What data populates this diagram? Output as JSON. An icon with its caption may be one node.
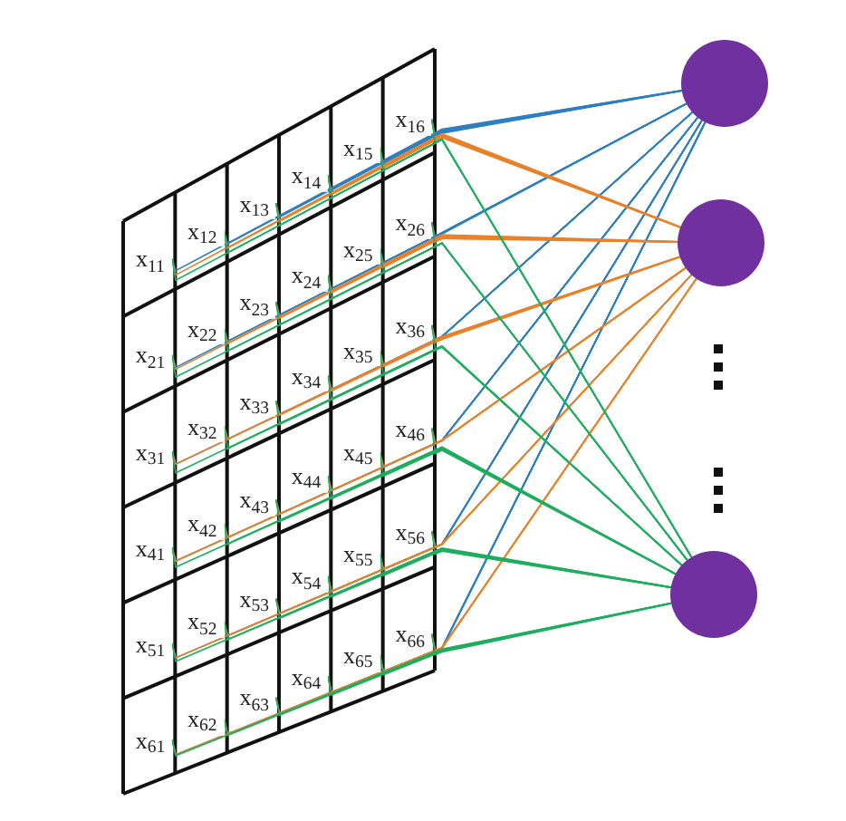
{
  "diagram": {
    "nodes": [
      {
        "text": [
          "x$_{11}$"
        ]
      },
      {
        "text": [
          "x$_{12}$"
        ]
      },
      {
        "text": [
          "x$_{13}$"
        ]
      },
      {
        "text": [
          "x$_{14}$"
        ]
      },
      {
        "text": [
          "x$_{15}$"
        ]
      },
      {
        "text": [
          "x$_{16}$"
        ]
      },
      {
        "text": [
          "x$_{21}$"
        ]
      },
      {
        "text": [
          "x$_{22}$"
        ]
      },
      {
        "text": [
          "x$_{23}$"
        ]
      },
      {
        "text": [
          "x$_{24}$"
        ]
      },
      {
        "text": [
          "x$_{25}$"
        ]
      },
      {
        "text": [
          "x$_{26}$"
        ]
      },
      {
        "text": [
          "x$_{31}$"
        ]
      },
      {
        "text": [
          "x$_{32}$"
        ]
      },
      {
        "text": [
          "x$_{33}$"
        ]
      },
      {
        "text": [
          "x$_{34}$"
        ]
      },
      {
        "text": [
          "x$_{35}$"
        ]
      },
      {
        "text": [
          "x$_{36}$"
        ]
      },
      {
        "text": [
          "x$_{41}$"
        ]
      },
      {
        "text": [
          "x$_{42}$"
        ]
      },
      {
        "text": [
          "x$_{43}$"
        ]
      },
      {
        "text": [
          "x$_{44}$"
        ]
      },
      {
        "text": [
          "x$_{45}$"
        ]
      },
      {
        "text": [
          "x$_{46}$"
        ]
      },
      {
        "text": [
          "x$_{51}$"
        ]
      },
      {
        "text": [
          "x$_{52}$"
        ]
      },
      {
        "text": [
          "x$_{53}$"
        ]
      },
      {
        "text": [
          "x$_{54}$"
        ]
      },
      {
        "text": [
          "x$_{55}$"
        ]
      },
      {
        "text": [
          "x$_{56}$"
        ]
      },
      {
        "text": [
          "x$_{61}$"
        ]
      },
      {
        "text": [
          "x$_{62}$"
        ]
      },
      {
        "text": [
          "x$_{63}$"
        ]
      },
      {
        "text": [
          "x$_{64}$"
        ]
      },
      {
        "text": [
          "x$_{65}$"
        ]
      },
      {
        "text": [
          "x$_{66}$"
        ]
      },
      {
        "text": [],
        "shape": "circle"
      },
      {
        "text": [],
        "shape": "circle"
      },
      {
        "text": [],
        "shape": "circle"
      }
    ],
    "edges": [
      {
        "from": 0,
        "to": 36,
        "arrow": "none",
        "color": "#2e7fc0"
      },
      {
        "from": 1,
        "to": 36,
        "arrow": "none",
        "color": "#2e7fc0"
      },
      {
        "from": 2,
        "to": 36,
        "arrow": "none",
        "color": "#2e7fc0"
      },
      {
        "from": 3,
        "to": 36,
        "arrow": "none",
        "color": "#2e7fc0"
      },
      {
        "from": 4,
        "to": 36,
        "arrow": "none",
        "color": "#2e7fc0"
      },
      {
        "from": 5,
        "to": 36,
        "arrow": "none",
        "color": "#2e7fc0"
      },
      {
        "from": 6,
        "to": 36,
        "arrow": "none",
        "color": "#2e7fc0"
      },
      {
        "from": 7,
        "to": 36,
        "arrow": "none",
        "color": "#2e7fc0"
      },
      {
        "from": 8,
        "to": 36,
        "arrow": "none",
        "color": "#2e7fc0"
      },
      {
        "from": 9,
        "to": 36,
        "arrow": "none",
        "color": "#2e7fc0"
      },
      {
        "from": 10,
        "to": 36,
        "arrow": "none",
        "color": "#2e7fc0"
      },
      {
        "from": 11,
        "to": 36,
        "arrow": "none",
        "color": "#2e7fc0"
      },
      {
        "from": 12,
        "to": 36,
        "arrow": "none",
        "color": "#2e7fc0"
      },
      {
        "from": 13,
        "to": 36,
        "arrow": "none",
        "color": "#2e7fc0"
      },
      {
        "from": 14,
        "to": 36,
        "arrow": "none",
        "color": "#2e7fc0"
      },
      {
        "from": 15,
        "to": 36,
        "arrow": "none",
        "color": "#2e7fc0"
      },
      {
        "from": 16,
        "to": 36,
        "arrow": "none",
        "color": "#2e7fc0"
      },
      {
        "from": 17,
        "to": 36,
        "arrow": "none",
        "color": "#2e7fc0"
      },
      {
        "from": 18,
        "to": 36,
        "arrow": "none",
        "color": "#2e7fc0"
      },
      {
        "from": 19,
        "to": 36,
        "arrow": "none",
        "color": "#2e7fc0"
      },
      {
        "from": 20,
        "to": 36,
        "arrow": "none",
        "color": "#2e7fc0"
      },
      {
        "from": 21,
        "to": 36,
        "arrow": "none",
        "color": "#2e7fc0"
      },
      {
        "from": 22,
        "to": 36,
        "arrow": "none",
        "color": "#2e7fc0"
      },
      {
        "from": 23,
        "to": 36,
        "arrow": "none",
        "color": "#2e7fc0"
      },
      {
        "from": 24,
        "to": 36,
        "arrow": "none",
        "color": "#2e7fc0"
      },
      {
        "from": 25,
        "to": 36,
        "arrow": "none",
        "color": "#2e7fc0"
      },
      {
        "from": 26,
        "to": 36,
        "arrow": "none",
        "color": "#2e7fc0"
      },
      {
        "from": 27,
        "to": 36,
        "arrow": "none",
        "color": "#2e7fc0"
      },
      {
        "from": 28,
        "to": 36,
        "arrow": "none",
        "color": "#2e7fc0"
      },
      {
        "from": 29,
        "to": 36,
        "arrow": "none",
        "color": "#2e7fc0"
      },
      {
        "from": 30,
        "to": 36,
        "arrow": "none",
        "color": "#2e7fc0"
      },
      {
        "from": 31,
        "to": 36,
        "arrow": "none",
        "color": "#2e7fc0"
      },
      {
        "from": 32,
        "to": 36,
        "arrow": "none",
        "color": "#2e7fc0"
      },
      {
        "from": 33,
        "to": 36,
        "arrow": "none",
        "color": "#2e7fc0"
      },
      {
        "from": 34,
        "to": 36,
        "arrow": "none",
        "color": "#2e7fc0"
      },
      {
        "from": 35,
        "to": 36,
        "arrow": "none",
        "color": "#2e7fc0"
      },
      {
        "from": 0,
        "to": 37,
        "arrow": "none",
        "color": "#e8822a"
      },
      {
        "from": 1,
        "to": 37,
        "arrow": "none",
        "color": "#e8822a"
      },
      {
        "from": 2,
        "to": 37,
        "arrow": "none",
        "color": "#e8822a"
      },
      {
        "from": 3,
        "to": 37,
        "arrow": "none",
        "color": "#e8822a"
      },
      {
        "from": 4,
        "to": 37,
        "arrow": "none",
        "color": "#e8822a"
      },
      {
        "from": 5,
        "to": 37,
        "arrow": "none",
        "color": "#e8822a"
      },
      {
        "from": 6,
        "to": 37,
        "arrow": "none",
        "color": "#e8822a"
      },
      {
        "from": 7,
        "to": 37,
        "arrow": "none",
        "color": "#e8822a"
      },
      {
        "from": 8,
        "to": 37,
        "arrow": "none",
        "color": "#e8822a"
      },
      {
        "from": 9,
        "to": 37,
        "arrow": "none",
        "color": "#e8822a"
      },
      {
        "from": 10,
        "to": 37,
        "arrow": "none",
        "color": "#e8822a"
      },
      {
        "from": 11,
        "to": 37,
        "arrow": "none",
        "color": "#e8822a"
      },
      {
        "from": 12,
        "to": 37,
        "arrow": "none",
        "color": "#e8822a"
      },
      {
        "from": 13,
        "to": 37,
        "arrow": "none",
        "color": "#e8822a"
      },
      {
        "from": 14,
        "to": 37,
        "arrow": "none",
        "color": "#e8822a"
      },
      {
        "from": 15,
        "to": 37,
        "arrow": "none",
        "color": "#e8822a"
      },
      {
        "from": 16,
        "to": 37,
        "arrow": "none",
        "color": "#e8822a"
      },
      {
        "from": 17,
        "to": 37,
        "arrow": "none",
        "color": "#e8822a"
      },
      {
        "from": 18,
        "to": 37,
        "arrow": "none",
        "color": "#e8822a"
      },
      {
        "from": 19,
        "to": 37,
        "arrow": "none",
        "color": "#e8822a"
      },
      {
        "from": 20,
        "to": 37,
        "arrow": "none",
        "color": "#e8822a"
      },
      {
        "from": 21,
        "to": 37,
        "arrow": "none",
        "color": "#e8822a"
      },
      {
        "from": 22,
        "to": 37,
        "arrow": "none",
        "color": "#e8822a"
      },
      {
        "from": 23,
        "to": 37,
        "arrow": "none",
        "color": "#e8822a"
      },
      {
        "from": 24,
        "to": 37,
        "arrow": "none",
        "color": "#e8822a"
      },
      {
        "from": 25,
        "to": 37,
        "arrow": "none",
        "color": "#e8822a"
      },
      {
        "from": 26,
        "to": 37,
        "arrow": "none",
        "color": "#e8822a"
      },
      {
        "from": 27,
        "to": 37,
        "arrow": "none",
        "color": "#e8822a"
      },
      {
        "from": 28,
        "to": 37,
        "arrow": "none",
        "color": "#e8822a"
      },
      {
        "from": 29,
        "to": 37,
        "arrow": "none",
        "color": "#e8822a"
      },
      {
        "from": 30,
        "to": 37,
        "arrow": "none",
        "color": "#e8822a"
      },
      {
        "from": 31,
        "to": 37,
        "arrow": "none",
        "color": "#e8822a"
      },
      {
        "from": 32,
        "to": 37,
        "arrow": "none",
        "color": "#e8822a"
      },
      {
        "from": 33,
        "to": 37,
        "arrow": "none",
        "color": "#e8822a"
      },
      {
        "from": 34,
        "to": 37,
        "arrow": "none",
        "color": "#e8822a"
      },
      {
        "from": 35,
        "to": 37,
        "arrow": "none",
        "color": "#e8822a"
      },
      {
        "from": 0,
        "to": 38,
        "arrow": "none",
        "color": "#1fae5f"
      },
      {
        "from": 1,
        "to": 38,
        "arrow": "none",
        "color": "#1fae5f"
      },
      {
        "from": 2,
        "to": 38,
        "arrow": "none",
        "color": "#1fae5f"
      },
      {
        "from": 3,
        "to": 38,
        "arrow": "none",
        "color": "#1fae5f"
      },
      {
        "from": 4,
        "to": 38,
        "arrow": "none",
        "color": "#1fae5f"
      },
      {
        "from": 5,
        "to": 38,
        "arrow": "none",
        "color": "#1fae5f"
      },
      {
        "from": 6,
        "to": 38,
        "arrow": "none",
        "color": "#1fae5f"
      },
      {
        "from": 7,
        "to": 38,
        "arrow": "none",
        "color": "#1fae5f"
      },
      {
        "from": 8,
        "to": 38,
        "arrow": "none",
        "color": "#1fae5f"
      },
      {
        "from": 9,
        "to": 38,
        "arrow": "none",
        "color": "#1fae5f"
      },
      {
        "from": 10,
        "to": 38,
        "arrow": "none",
        "color": "#1fae5f"
      },
      {
        "from": 11,
        "to": 38,
        "arrow": "none",
        "color": "#1fae5f"
      },
      {
        "from": 12,
        "to": 38,
        "arrow": "none",
        "color": "#1fae5f"
      },
      {
        "from": 13,
        "to": 38,
        "arrow": "none",
        "color": "#1fae5f"
      },
      {
        "from": 14,
        "to": 38,
        "arrow": "none",
        "color": "#1fae5f"
      },
      {
        "from": 15,
        "to": 38,
        "arrow": "none",
        "color": "#1fae5f"
      },
      {
        "from": 16,
        "to": 38,
        "arrow": "none",
        "color": "#1fae5f"
      },
      {
        "from": 17,
        "to": 38,
        "arrow": "none",
        "color": "#1fae5f"
      },
      {
        "from": 18,
        "to": 38,
        "arrow": "none",
        "color": "#1fae5f"
      },
      {
        "from": 19,
        "to": 38,
        "arrow": "none",
        "color": "#1fae5f"
      },
      {
        "from": 20,
        "to": 38,
        "arrow": "none",
        "color": "#1fae5f"
      },
      {
        "from": 21,
        "to": 38,
        "arrow": "none",
        "color": "#1fae5f"
      },
      {
        "from": 22,
        "to": 38,
        "arrow": "none",
        "color": "#1fae5f"
      },
      {
        "from": 23,
        "to": 38,
        "arrow": "none",
        "color": "#1fae5f"
      },
      {
        "from": 24,
        "to": 38,
        "arrow": "none",
        "color": "#1fae5f"
      },
      {
        "from": 25,
        "to": 38,
        "arrow": "none",
        "color": "#1fae5f"
      },
      {
        "from": 26,
        "to": 38,
        "arrow": "none",
        "color": "#1fae5f"
      },
      {
        "from": 27,
        "to": 38,
        "arrow": "none",
        "color": "#1fae5f"
      },
      {
        "from": 28,
        "to": 38,
        "arrow": "none",
        "color": "#1fae5f"
      },
      {
        "from": 29,
        "to": 38,
        "arrow": "none",
        "color": "#1fae5f"
      },
      {
        "from": 30,
        "to": 38,
        "arrow": "none",
        "color": "#1fae5f"
      },
      {
        "from": 31,
        "to": 38,
        "arrow": "none",
        "color": "#1fae5f"
      },
      {
        "from": 32,
        "to": 38,
        "arrow": "none",
        "color": "#1fae5f"
      },
      {
        "from": 33,
        "to": 38,
        "arrow": "none",
        "color": "#1fae5f"
      },
      {
        "from": 34,
        "to": 38,
        "arrow": "none",
        "color": "#1fae5f"
      },
      {
        "from": 35,
        "to": 38,
        "arrow": "none",
        "color": "#1fae5f"
      }
    ]
  }
}
